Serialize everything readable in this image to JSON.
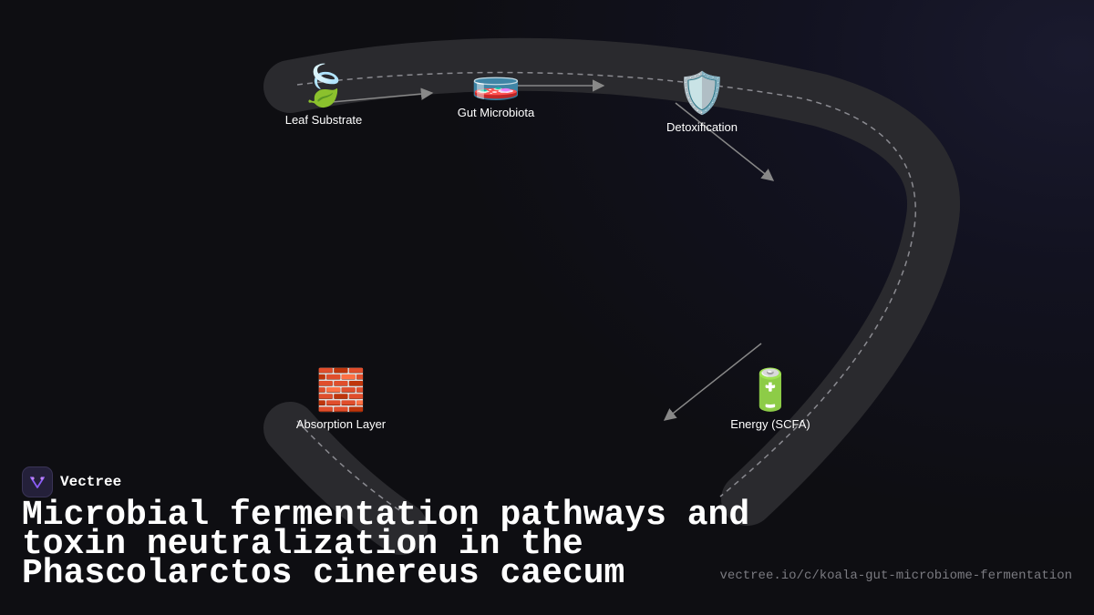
{
  "brand": {
    "name": "Vectree",
    "logo_icon": "vectree-logo-icon"
  },
  "title": "Microbial fermentation pathways and toxin neutralization in the Phascolarctos cinereus caecum",
  "source_url": "vectree.io/c/koala-gut-microbiome-fermentation",
  "colors": {
    "background": "#0e0e12",
    "road": "#2a2a2e",
    "road_dash": "#8a8a90",
    "arrow": "#888888",
    "accent": "#8b5cf6",
    "text": "#ffffff",
    "muted_text": "#7a7a80"
  },
  "diagram": {
    "nodes": [
      {
        "id": "leaf",
        "label": "Leaf Substrate",
        "icon": "🍃",
        "icon_name": "leaf-icon"
      },
      {
        "id": "microbiota",
        "label": "Gut Microbiota",
        "icon": "🧫",
        "icon_name": "petri-dish-icon"
      },
      {
        "id": "detox",
        "label": "Detoxification",
        "icon": "🛡️",
        "icon_name": "shield-icon"
      },
      {
        "id": "energy",
        "label": "Energy (SCFA)",
        "icon": "🔋",
        "icon_name": "battery-icon"
      },
      {
        "id": "absorption",
        "label": "Absorption Layer",
        "icon": "🧱",
        "icon_name": "brick-wall-icon"
      }
    ],
    "edges": [
      {
        "from": "leaf",
        "to": "microbiota"
      },
      {
        "from": "microbiota",
        "to": "detox"
      },
      {
        "from": "detox",
        "to": "energy"
      },
      {
        "from": "energy",
        "to": "absorption"
      }
    ]
  }
}
